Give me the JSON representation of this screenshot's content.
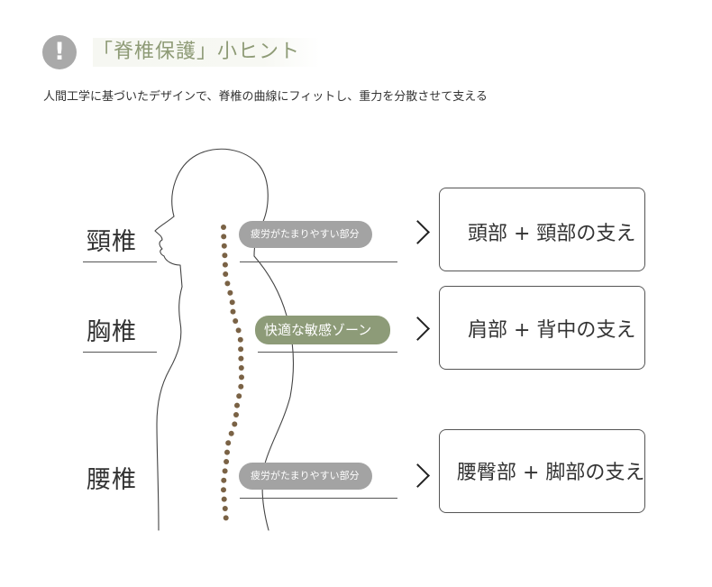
{
  "header": {
    "icon": "exclamation-icon",
    "icon_glyph": "!",
    "title": "「脊椎保護」小ヒント",
    "description": "人間工学に基づいたデザインで、脊椎の曲線にフィットし、重力を分散させて支える"
  },
  "sections": [
    {
      "label": "頸椎",
      "tag": "疲労がたまりやすい部分",
      "support": "頭部 + 頸部の支え"
    },
    {
      "label": "胸椎",
      "tag": "快適な敏感ゾーン",
      "support": "肩部 + 背中の支え"
    },
    {
      "label": "腰椎",
      "tag": "疲労がたまりやすい部分",
      "support": "腰臀部 + 脚部の支え"
    }
  ],
  "colors": {
    "accent_green": "#8d9b78",
    "title_green": "#8e9b76",
    "tag_gray": "#a3a3a3",
    "spine_dots": "#7a6245",
    "icon_gray": "#a9a9a9"
  }
}
